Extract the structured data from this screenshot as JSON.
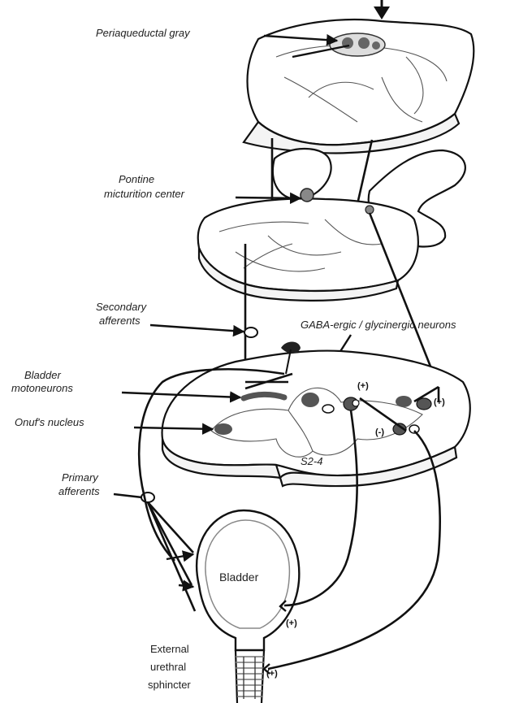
{
  "labels": {
    "periaqueductal_gray": "Periaqueductal gray",
    "pontine_line1": "Pontine",
    "pontine_line2": "micturition center",
    "secondary_line1": "Secondary",
    "secondary_line2": "afferents",
    "gaba": "GABA-ergic / glycinergic neurons",
    "bladder_motoneurons_line1": "Bladder",
    "bladder_motoneurons_line2": "motoneurons",
    "onufs_nucleus": "Onuf's nucleus",
    "primary_line1": "Primary",
    "primary_line2": "afferents",
    "spinal_level": "S2-4",
    "bladder": "Bladder",
    "sphincter_line1": "External",
    "sphincter_line2": "urethral",
    "sphincter_line3": "sphincter"
  },
  "signs": {
    "plus_spinal_upper": "(+)",
    "plus_spinal_right": "(+)",
    "minus_spinal": "(-)",
    "plus_bladder": "(+)",
    "plus_sphincter": "(+)"
  },
  "colors": {
    "line": "#111111",
    "nucleus": "#555555",
    "background": "#ffffff"
  }
}
